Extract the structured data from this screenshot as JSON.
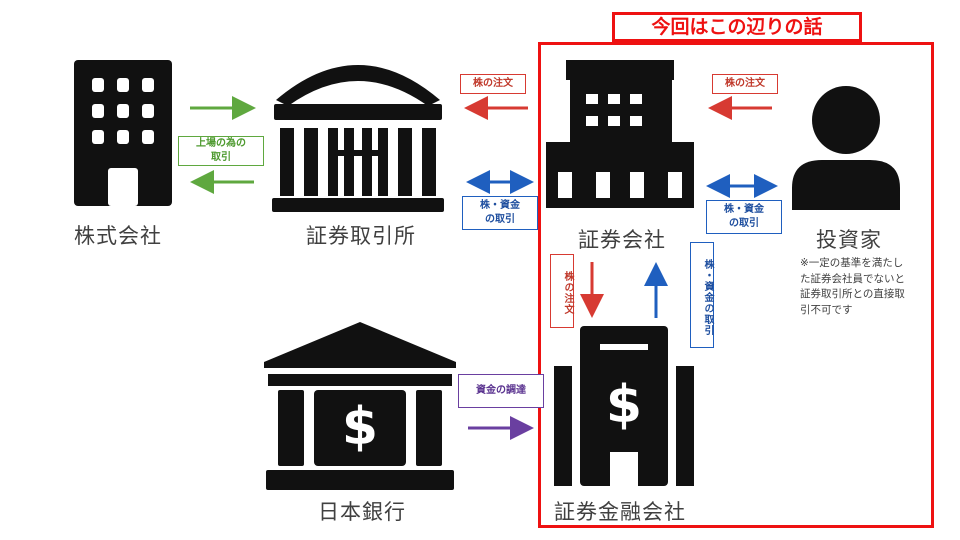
{
  "highlight": {
    "title": "今回はこの辺りの話"
  },
  "entities": {
    "company": "株式会社",
    "exchange": "証券取引所",
    "securities_firm": "証券会社",
    "investor": "投資家",
    "boj": "日本銀行",
    "finance_firm": "証券金融会社"
  },
  "tags": {
    "listing_line1": "上場の為の",
    "listing_line2": "取引",
    "order_exchange": "株の注文",
    "order_investor": "株の注文",
    "trade_exchange_line1": "株・資金",
    "trade_exchange_line2": "の取引",
    "trade_investor_line1": "株・資金",
    "trade_investor_line2": "の取引",
    "order_vertical": "株の注文",
    "trade_vertical": "株・資金の取引",
    "funding": "資金の調達"
  },
  "note": "※一定の基準を満たした証券会社員でないと証券取引所との直接取引不可です",
  "colors": {
    "highlight": "#ee1111",
    "red_arrow": "#d73a32",
    "blue_arrow": "#1f5fbf",
    "green_arrow": "#5fa83f",
    "purple_arrow": "#6a3fa0",
    "icon": "#111111"
  }
}
